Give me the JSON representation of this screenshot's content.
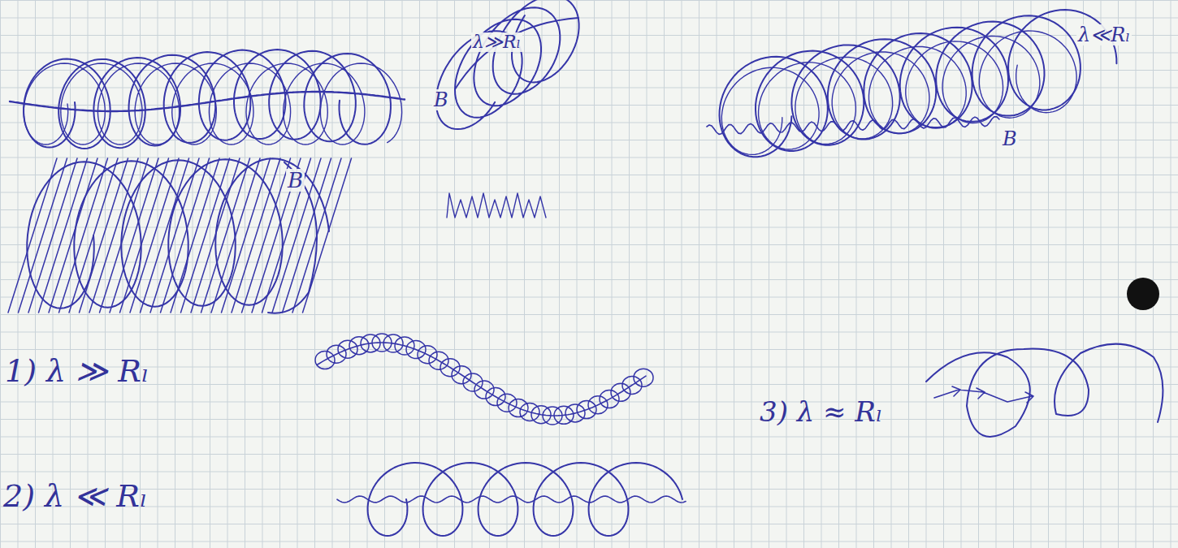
{
  "diagram": {
    "labels": [
      "B",
      "λ≫Rₗ",
      "B",
      "λ≪Rₗ",
      "B",
      "1) λ ≫ Rₗ",
      "2) λ ≪ Rₗ",
      "3) λ ≈ Rₗ"
    ]
  }
}
